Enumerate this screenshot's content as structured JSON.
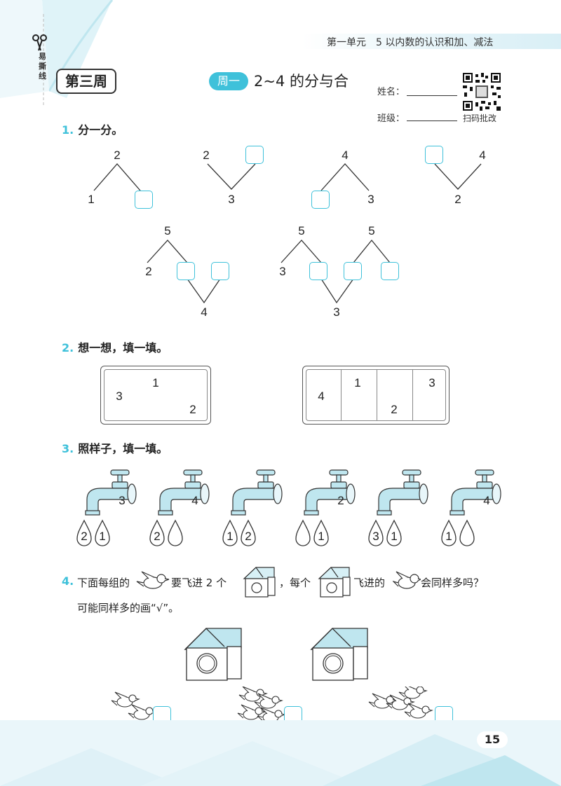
{
  "header": {
    "unit_title": "第一单元　5 以内数的认识和加、减法",
    "side_text": "易撕线",
    "week_label": "第三周",
    "day_label": "周一",
    "lesson_title": "2~4 的分与合",
    "name_label": "姓名：",
    "class_label": "班级：",
    "qr_caption": "扫码批改"
  },
  "colors": {
    "accent": "#3fc1da",
    "faucet": "#bfe6ef",
    "drop": "#ffffff"
  },
  "q1": {
    "number": "1.",
    "title": "分一分。",
    "row1": [
      {
        "top": "2",
        "left": "1",
        "right": ""
      },
      {
        "top": "2",
        "left": "",
        "right": "3"
      },
      {
        "top": "4",
        "left": "",
        "right": "3"
      },
      {
        "top": "2",
        "left": "",
        "right": "4"
      }
    ],
    "row2": {
      "a": {
        "top": "5",
        "left": "2",
        "bottom": "4"
      },
      "b": {
        "top1": "5",
        "top2": "5",
        "left": "3",
        "bottom": "3"
      }
    }
  },
  "q2": {
    "number": "2.",
    "title": "想一想，填一填。",
    "card1": [
      "1",
      "3",
      "2"
    ],
    "card2": [
      "4",
      "1",
      "2",
      "3"
    ]
  },
  "q3": {
    "number": "3.",
    "title": "照样子，填一填。",
    "faucets": [
      {
        "value": "3",
        "drops": [
          "2",
          "1"
        ]
      },
      {
        "value": "4",
        "drops": [
          "2",
          ""
        ]
      },
      {
        "value": "",
        "drops": [
          "1",
          "2"
        ]
      },
      {
        "value": "2",
        "drops": [
          "",
          "1"
        ]
      },
      {
        "value": "",
        "drops": [
          "3",
          "1"
        ]
      },
      {
        "value": "4",
        "drops": [
          "1",
          ""
        ]
      }
    ]
  },
  "q4": {
    "number": "4.",
    "line1_a": "下面每组的",
    "line1_b": "要飞进 2 个",
    "line1_c": "，每个",
    "line1_d": "飞进的",
    "line1_e": "会同样多吗？",
    "line2": "可能同样多的画“√”。"
  },
  "footer": {
    "page_number": "15"
  }
}
